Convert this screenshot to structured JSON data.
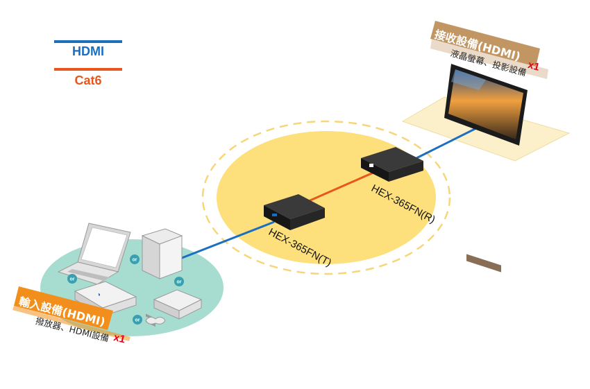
{
  "legend": {
    "items": [
      {
        "label": "HDMI",
        "color": "#1a6fc0"
      },
      {
        "label": "Cat6",
        "color": "#e8561c"
      }
    ]
  },
  "input_group": {
    "title": "輸入設備(HDMI)",
    "quantity": "x1",
    "subtitle": "撥放器、HDMI設備",
    "or_label": "or"
  },
  "output_group": {
    "title": "接收設備(HDMI)",
    "quantity": "x1",
    "subtitle": "液晶螢幕、投影設備"
  },
  "devices": {
    "transmitter": "HEX-365FN(T)",
    "receiver": "HEX-365FN(R)"
  },
  "colors": {
    "hdmi": "#1a6fc0",
    "cat6": "#e8561c",
    "input_zone": "#a7ddd0",
    "extender_zone": "#fde07b",
    "output_zone": "#fbf0c9",
    "tag_orange": "#f28f1c",
    "tag_tan": "#c29663"
  }
}
